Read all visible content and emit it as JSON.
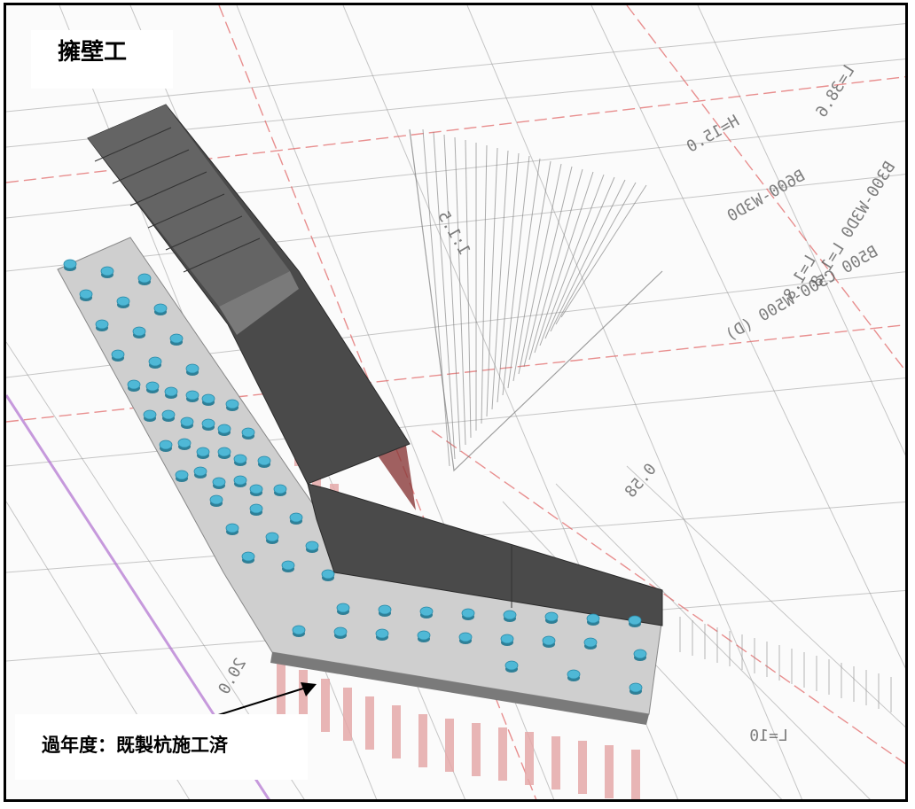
{
  "title_label": "擁壁工",
  "note_label": "過年度：既製杭施工済",
  "colors": {
    "wall_dark": "#4a4a4a",
    "wall_top": "#646464",
    "footing": "#cfcfcf",
    "pile_head": "#4fb8d6",
    "pile_shaft": "#e4a8a8",
    "drawing_line": "#9a9a9a",
    "drawing_red": "#e06060",
    "drawing_purple": "#b070d0",
    "arrow": "#000000"
  },
  "background_drawing_text": [
    "B300-W3D0 L=1.8",
    "B500 C500-W500 (D)",
    "L=38.6",
    "H=15.0",
    "B600-W3D0",
    "L=1.8",
    "1:1.5",
    "0.58",
    "L=10",
    "20.0"
  ]
}
